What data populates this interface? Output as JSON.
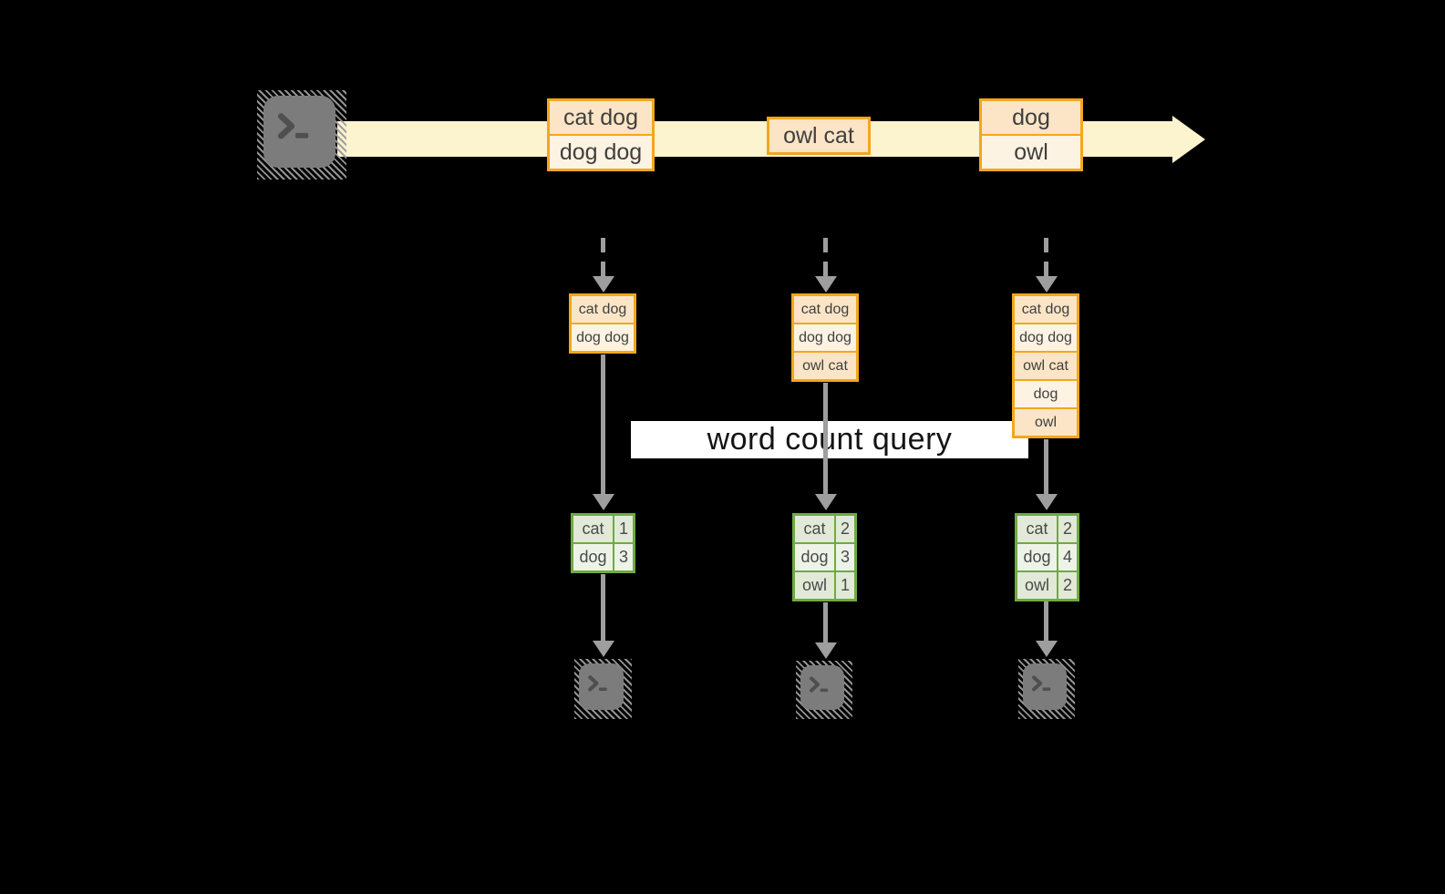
{
  "query_label": "word count query",
  "stream": {
    "events": [
      {
        "lines": [
          "cat dog",
          "dog dog"
        ]
      },
      {
        "lines": [
          "owl cat"
        ]
      },
      {
        "lines": [
          "dog",
          "owl"
        ]
      }
    ]
  },
  "columns": [
    {
      "state": [
        "cat dog",
        "dog dog"
      ],
      "counts": [
        {
          "word": "cat",
          "count": "1"
        },
        {
          "word": "dog",
          "count": "3"
        }
      ]
    },
    {
      "state": [
        "cat dog",
        "dog dog",
        "owl cat"
      ],
      "counts": [
        {
          "word": "cat",
          "count": "2"
        },
        {
          "word": "dog",
          "count": "3"
        },
        {
          "word": "owl",
          "count": "1"
        }
      ]
    },
    {
      "state": [
        "cat dog",
        "dog dog",
        "owl cat",
        "dog",
        "owl"
      ],
      "counts": [
        {
          "word": "cat",
          "count": "2"
        },
        {
          "word": "dog",
          "count": "4"
        },
        {
          "word": "owl",
          "count": "2"
        }
      ]
    }
  ],
  "icons": {
    "producer": "terminal-icon",
    "consumers": [
      "terminal-icon",
      "terminal-icon",
      "terminal-icon"
    ]
  },
  "colors": {
    "background": "#000000",
    "stream_fill": "#fcf3cf",
    "record_border": "#f2a71c",
    "record_fill_dark": "#fbe5c6",
    "record_fill_light": "#fdf3e2",
    "table_border": "#6faa44",
    "table_fill_dark": "#e2ead7",
    "table_fill_light": "#eef3e8",
    "arrow_gray": "#9e9e9e",
    "terminal_gray": "#7c7c7c",
    "label_background": "#ffffff",
    "label_text": "#141414",
    "record_text": "#3f3f3f"
  }
}
